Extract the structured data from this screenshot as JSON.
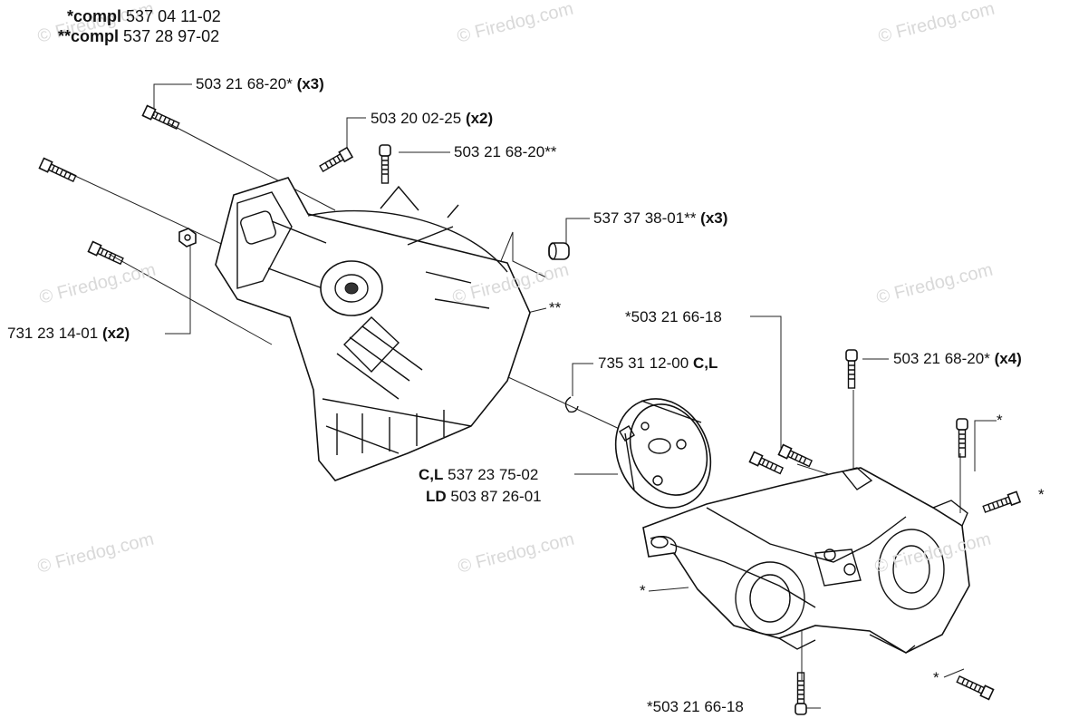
{
  "header": {
    "line1_prefix": "*compl",
    "line1_number": "537 04 11-02",
    "line2_prefix": "**compl",
    "line2_number": "537 28 97-02"
  },
  "watermark": "© Firedog.com",
  "labels": {
    "screw_top_left": {
      "number": "503 21 68-20*",
      "qty": "(x3)"
    },
    "screw_top_mid": {
      "number": "503 20 02-25",
      "qty": "(x2)"
    },
    "screw_top_center": {
      "number": "503 21 68-20**"
    },
    "bushing": {
      "number": "537 37 38-01**",
      "qty": "(x3)"
    },
    "cover_marker": {
      "text": "**"
    },
    "nut_left": {
      "number": "731 23 14-01",
      "qty": "(x2)"
    },
    "retainer": {
      "number": "735 31 12-00",
      "qty": "C,L"
    },
    "screw_right_group": {
      "text": "*503 21 66-18"
    },
    "screw_right_top": {
      "number": "503 21 68-20*",
      "qty": "(x4)"
    },
    "marker_right_upper": {
      "text": "*"
    },
    "marker_right_mid": {
      "text": "*"
    },
    "clutch_drum_1": {
      "prefix": "C,L",
      "number": "537 23 75-02"
    },
    "clutch_drum_2": {
      "prefix": "LD",
      "number": "503 87 26-01"
    },
    "marker_housing": {
      "text": "*"
    },
    "marker_bottom_right": {
      "text": "*"
    },
    "screw_bottom": {
      "text": "*503 21 66-18"
    }
  }
}
